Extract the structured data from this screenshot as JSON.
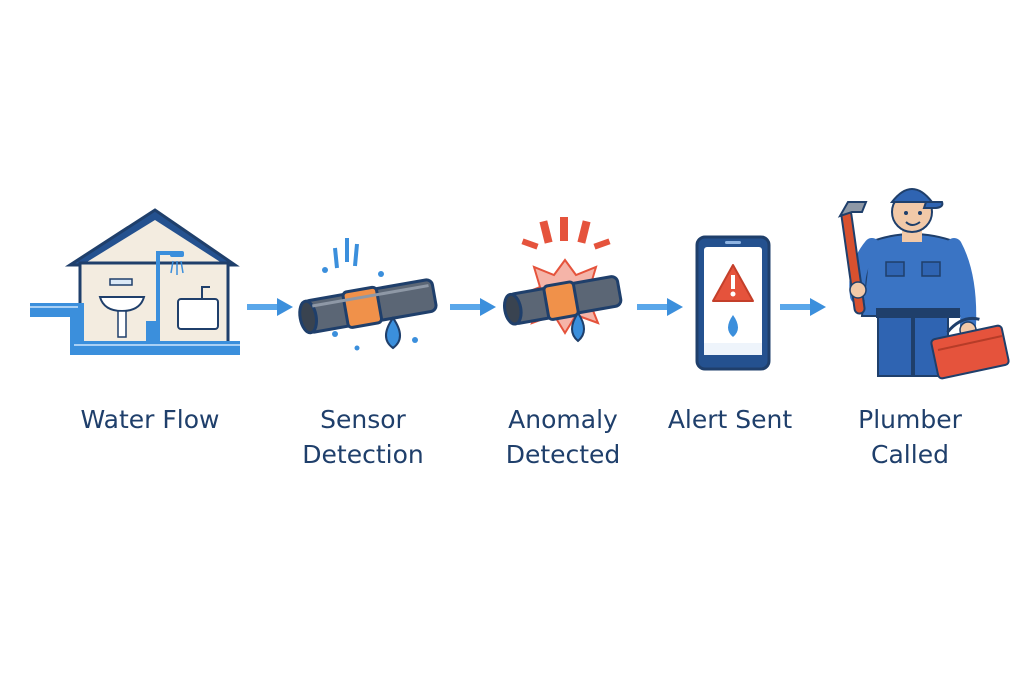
{
  "steps": [
    {
      "label": "Water Flow",
      "icon": "house-plumbing-icon"
    },
    {
      "label": "Sensor\nDetection",
      "icon": "leaking-pipe-sensor-icon"
    },
    {
      "label": "Anomaly\nDetected",
      "icon": "pipe-burst-alert-icon"
    },
    {
      "label": "Alert Sent",
      "icon": "phone-alert-icon"
    },
    {
      "label": "Plumber\nCalled",
      "icon": "plumber-icon"
    }
  ],
  "colors": {
    "navy": "#1f3f6b",
    "water_blue": "#3b8fdc",
    "pipe_gray": "#5b6675",
    "band_orange": "#f0914a",
    "alert_red": "#e5533c",
    "uniform_blue": "#2f64b2"
  }
}
